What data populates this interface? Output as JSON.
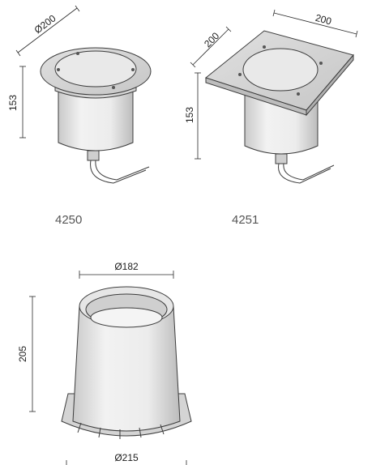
{
  "products": [
    {
      "code": "4250",
      "diameter_label": "Ø200",
      "height_label": "153"
    },
    {
      "code": "4251",
      "side_a_label": "200",
      "side_b_label": "200",
      "height_label": "153"
    }
  ],
  "sleeve": {
    "top_diameter_label": "Ø182",
    "height_label": "205",
    "base_diameter_label": "Ø215"
  },
  "colors": {
    "line": "#3c3c3c",
    "body": "#e2e2e2",
    "text": "#1c1c1c"
  }
}
